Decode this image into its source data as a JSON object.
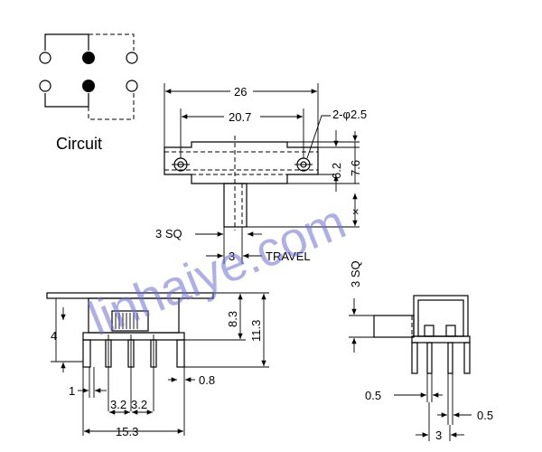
{
  "circuit": {
    "label": "Circuit"
  },
  "top_view": {
    "overall_length": "26",
    "hole_spacing": "20.7",
    "hole_callout": "2-φ2.5",
    "inner_height": "6.2",
    "outer_height": "7.6",
    "handle_extension": "×",
    "handle_square": "3 SQ",
    "travel_value": "3",
    "travel_label": "TRAVEL"
  },
  "side_view": {
    "pin_width": "1",
    "pin_pitch_1": "3.2",
    "pin_pitch_2": "3.2",
    "overall_width": "15.3",
    "pin_thickness": "0.8",
    "body_height": "8.3",
    "total_height": "11.3",
    "lower_height": "4"
  },
  "end_view": {
    "handle_square": "3 SQ",
    "pin_left": "0.5",
    "pin_right": "0.5",
    "pin_spacing": "3"
  },
  "watermark": {
    "text": "linhaiye.com"
  },
  "colors": {
    "line": "#000000",
    "watermark": "#6b6bd6",
    "background": "#ffffff"
  }
}
